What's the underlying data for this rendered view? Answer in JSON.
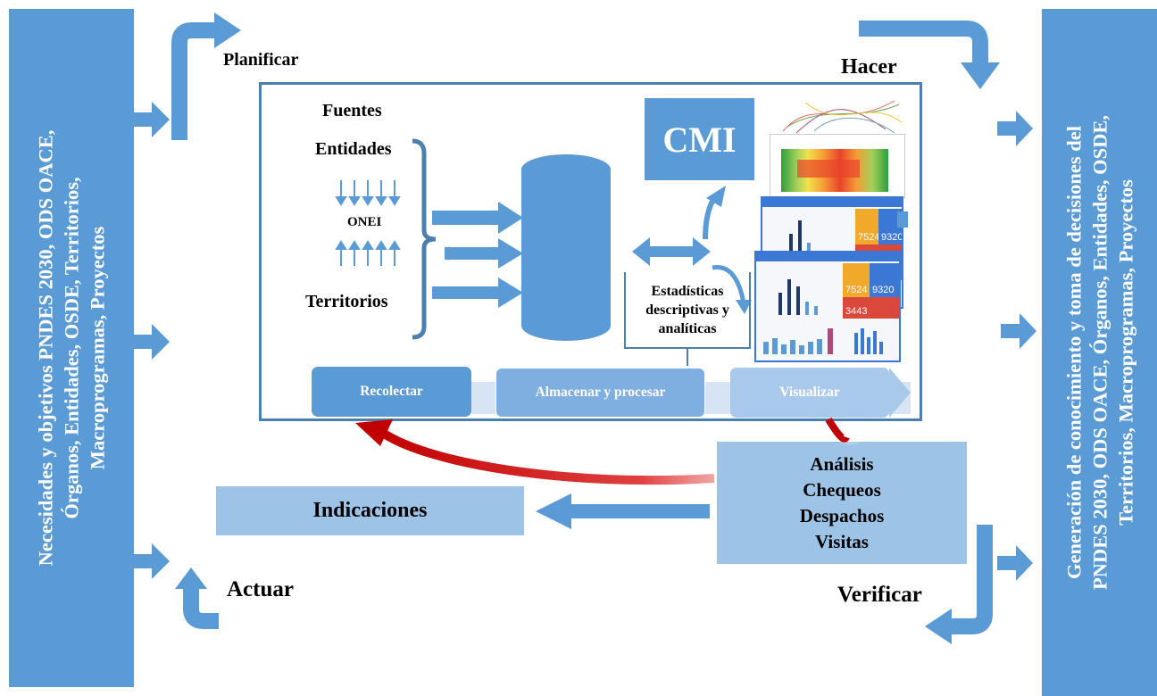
{
  "left_panel": {
    "lines": [
      "Necesidades y objetivos  PNDES 2030, ODS OACE,",
      "Órganos, Entidades, OSDE, Territorios,",
      "Macroprogramas, Proyectos"
    ]
  },
  "right_panel": {
    "lines": [
      "Generación de  conocimiento y toma de decisiones del",
      "PNDES 2030, ODS OACE, Órganos, Entidades, OSDE,",
      "Territorios,  Macroprogramas, Proyectos"
    ]
  },
  "cycle": {
    "plan": "Planificar",
    "do": "Hacer",
    "act": "Actuar",
    "check": "Verificar"
  },
  "sources": {
    "title": "Fuentes",
    "entities": "Entidades",
    "onei": "ONEI",
    "territories": "Territorios"
  },
  "cmi": "CMI",
  "stats": {
    "line1": "Estadísticas",
    "line2": "descriptivas y",
    "line3": "analíticas"
  },
  "steps": {
    "collect": "Recolectar",
    "store": "Almacenar y procesar",
    "visualize": "Visualizar"
  },
  "indications": "Indicaciones",
  "checks": [
    "Análisis",
    "Chequeos",
    "Despachos",
    "Visitas"
  ],
  "dashboard": {
    "kpi_a": "7524",
    "kpi_b": "9320",
    "kpi_c": "3443"
  },
  "colors": {
    "panel_blue": "#5b9bd5",
    "light_blue": "#9dc3e6",
    "arrow_blue": "#5b9bd5",
    "feedback_red": "#c00000",
    "frame_border": "#4a7fb0"
  }
}
